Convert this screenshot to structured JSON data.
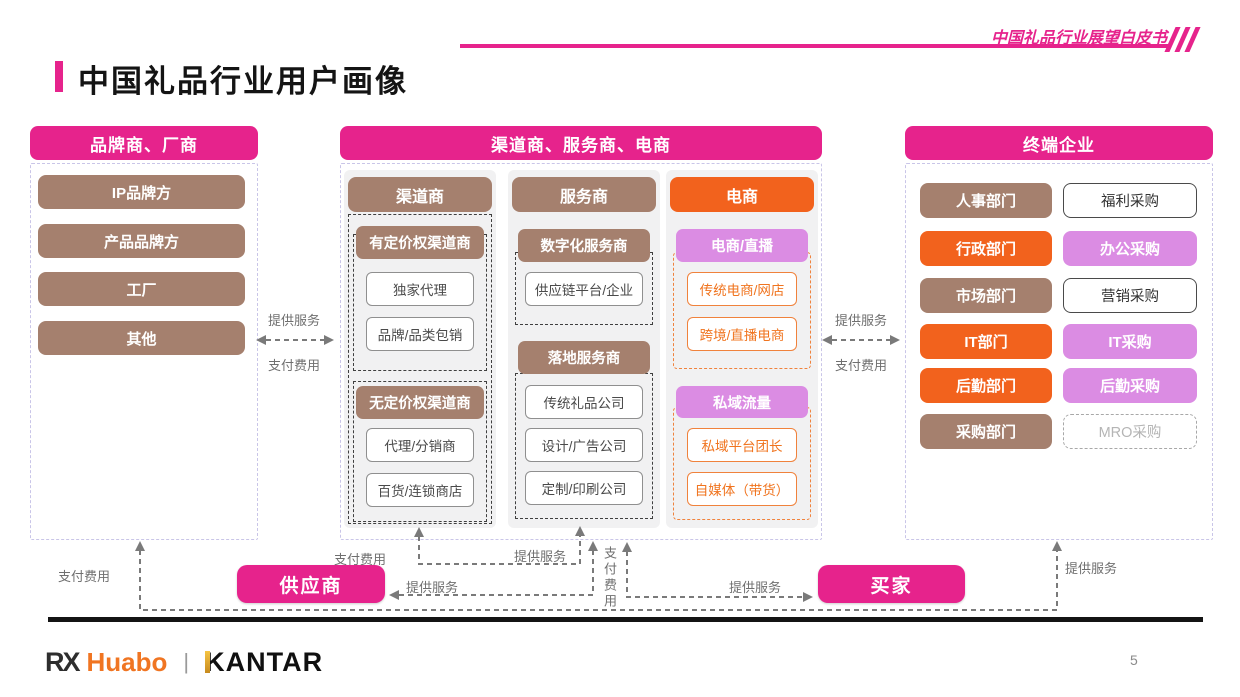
{
  "page": {
    "whitepaper_label": "中国礼品行业展望白皮书",
    "title": "中国礼品行业用户画像",
    "page_number": "5",
    "footer": {
      "rx": "RX",
      "huabo": "Huabo",
      "divider": "|",
      "kantar": "KANTAR"
    }
  },
  "colors": {
    "pink": "#E6238C",
    "brown": "#A5806E",
    "orange": "#F2621D",
    "orchid": "#DB8CE3"
  },
  "left_column": {
    "header": "品牌商、厂商",
    "items": [
      "IP品牌方",
      "产品品牌方",
      "工厂",
      "其他"
    ]
  },
  "middle_column": {
    "header": "渠道商、服务商、电商",
    "channel": {
      "header": "渠道商",
      "groups": [
        {
          "title": "有定价权渠道商",
          "items": [
            "独家代理",
            "品牌/品类包销"
          ]
        },
        {
          "title": "无定价权渠道商",
          "items": [
            "代理/分销商",
            "百货/连锁商店"
          ]
        }
      ]
    },
    "service": {
      "header": "服务商",
      "groups": [
        {
          "title": "数字化服务商",
          "items": [
            "供应链平台/企业"
          ]
        },
        {
          "title": "落地服务商",
          "items": [
            "传统礼品公司",
            "设计/广告公司",
            "定制/印刷公司"
          ]
        }
      ]
    },
    "ecommerce": {
      "header": "电商",
      "groups": [
        {
          "title": "电商/直播",
          "items": [
            "传统电商/网店",
            "跨境/直播电商"
          ]
        },
        {
          "title": "私域流量",
          "items": [
            "私域平台团长",
            "自媒体（带货）"
          ]
        }
      ]
    }
  },
  "right_column": {
    "header": "终端企业",
    "rows": [
      {
        "dept": "人事部门",
        "purchase": "福利采购"
      },
      {
        "dept": "行政部门",
        "purchase": "办公采购"
      },
      {
        "dept": "市场部门",
        "purchase": "营销采购"
      },
      {
        "dept": "IT部门",
        "purchase": "IT采购"
      },
      {
        "dept": "后勤部门",
        "purchase": "后勤采购"
      },
      {
        "dept": "采购部门",
        "purchase": "MRO采购"
      }
    ]
  },
  "flows": {
    "left_middle": {
      "top": "提供服务",
      "bottom": "支付费用"
    },
    "middle_right": {
      "top": "提供服务",
      "bottom": "支付费用"
    },
    "bottom": {
      "supplier": "供应商",
      "buyer": "买家",
      "pay_far_left": "支付费用",
      "pay_channel": "支付费用",
      "serve_service": "提供服务",
      "serve_supplier": "提供服务",
      "pay_vertical": "支付费用",
      "serve_buyer": "提供服务",
      "serve_right": "提供服务"
    }
  }
}
